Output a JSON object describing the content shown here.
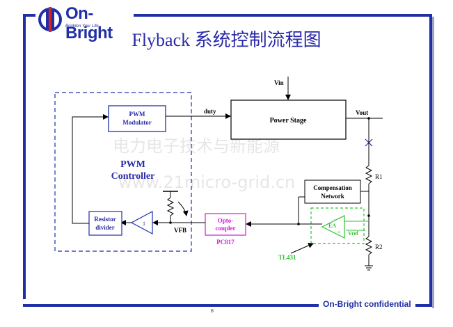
{
  "header": {
    "logo_text": "On-Bright",
    "logo_tagline": "Brighten Your Life",
    "title": "Flyback 系统控制流程图"
  },
  "diagram": {
    "vin": "Vin",
    "duty": "duty",
    "power_stage": "Power Stage",
    "vout": "Vout",
    "pwm_modulator": [
      "PWM",
      "Modulator"
    ],
    "pwm_controller": [
      "PWM",
      "Controller"
    ],
    "r1": "R1",
    "r2": "R2",
    "compensation": [
      "Compensation",
      "Network"
    ],
    "resistor_divider": [
      "Resistor",
      "divider"
    ],
    "amp": "1",
    "vfb": "VFB",
    "opto": [
      "Opto-",
      "coupler"
    ],
    "pc817": "PC817",
    "ea": "EA",
    "vref": "Vref",
    "tl431": "TL431"
  },
  "watermark": {
    "line1": "电力电子技术与新能源",
    "line2": "www.21micro-grid.cn"
  },
  "footer": {
    "confidential": "On-Bright confidential",
    "page": "8"
  },
  "colors": {
    "frame": "#1f2fa6",
    "block_border": "#1f2fa6",
    "block_text": "#2a2aa8",
    "controller_text": "#2a2aa8",
    "opto": "#d21ad2",
    "tl431": "#2fc22f",
    "wire": "#000000"
  }
}
